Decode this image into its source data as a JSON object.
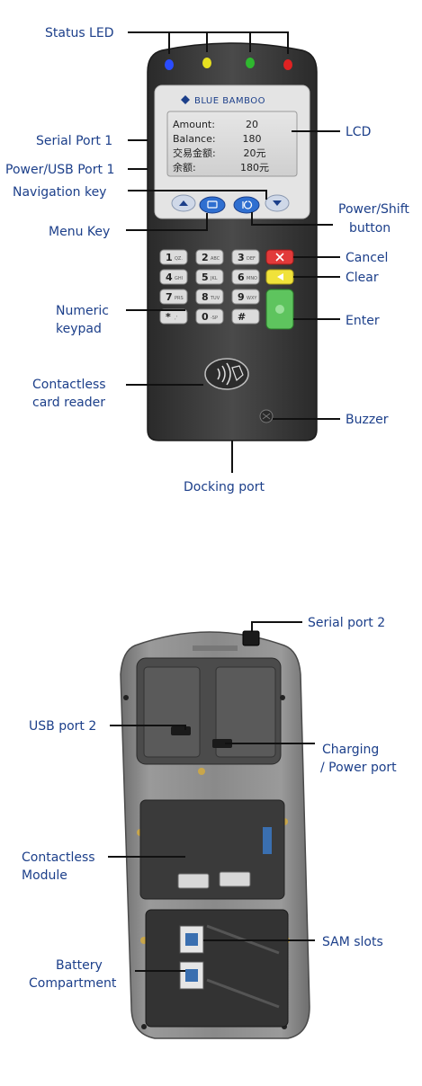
{
  "colors": {
    "label": "#1c3f8a",
    "device": "#3a3a3a",
    "led_blue": "#2a4cff",
    "led_yellow": "#e6e020",
    "led_green": "#2fb82f",
    "led_red": "#e02222",
    "cancel": "#e23a3a",
    "clear": "#f0e23a",
    "enter": "#5ec45e"
  },
  "front": {
    "brand": "BLUE BAMBOO",
    "lcd_rows": [
      {
        "label": "Amount:",
        "value": "20"
      },
      {
        "label": "Balance:",
        "value": "180"
      },
      {
        "label": "交易金额:",
        "value": "20元"
      },
      {
        "label": "余额:",
        "value": "180元"
      }
    ],
    "keypad": [
      {
        "main": "1",
        "sub": "QZ."
      },
      {
        "main": "2",
        "sub": "ABC"
      },
      {
        "main": "3",
        "sub": "DEF"
      },
      {
        "main": "4",
        "sub": "GHI"
      },
      {
        "main": "5",
        "sub": "JKL"
      },
      {
        "main": "6",
        "sub": "MNO"
      },
      {
        "main": "7",
        "sub": "PRS"
      },
      {
        "main": "8",
        "sub": "TUV"
      },
      {
        "main": "9",
        "sub": "WXY"
      },
      {
        "main": "*",
        "sub": ",'"
      },
      {
        "main": "0",
        "sub": "-SP"
      },
      {
        "main": "#",
        "sub": ""
      }
    ],
    "labels": {
      "status_led": "Status LED",
      "serial_port_1": "Serial Port 1",
      "power_usb_port_1": "Power/USB Port 1",
      "navigation_key": "Navigation key",
      "menu_key": "Menu Key",
      "numeric_keypad_1": "Numeric",
      "numeric_keypad_2": "keypad",
      "contactless_reader_1": "Contactless",
      "contactless_reader_2": "card reader",
      "lcd": "LCD",
      "power_shift_1": "Power/Shift",
      "power_shift_2": "button",
      "cancel": "Cancel",
      "clear": "Clear",
      "enter": "Enter",
      "buzzer": "Buzzer",
      "docking_port": "Docking port"
    }
  },
  "back": {
    "labels": {
      "serial_port_2": "Serial port 2",
      "usb_port_2": "USB port 2",
      "charging_1": "Charging",
      "charging_2": "/ Power port",
      "contactless_module_1": "Contactless",
      "contactless_module_2": "Module",
      "sam_slots": "SAM slots",
      "battery_1": "Battery",
      "battery_2": "Compartment"
    }
  }
}
